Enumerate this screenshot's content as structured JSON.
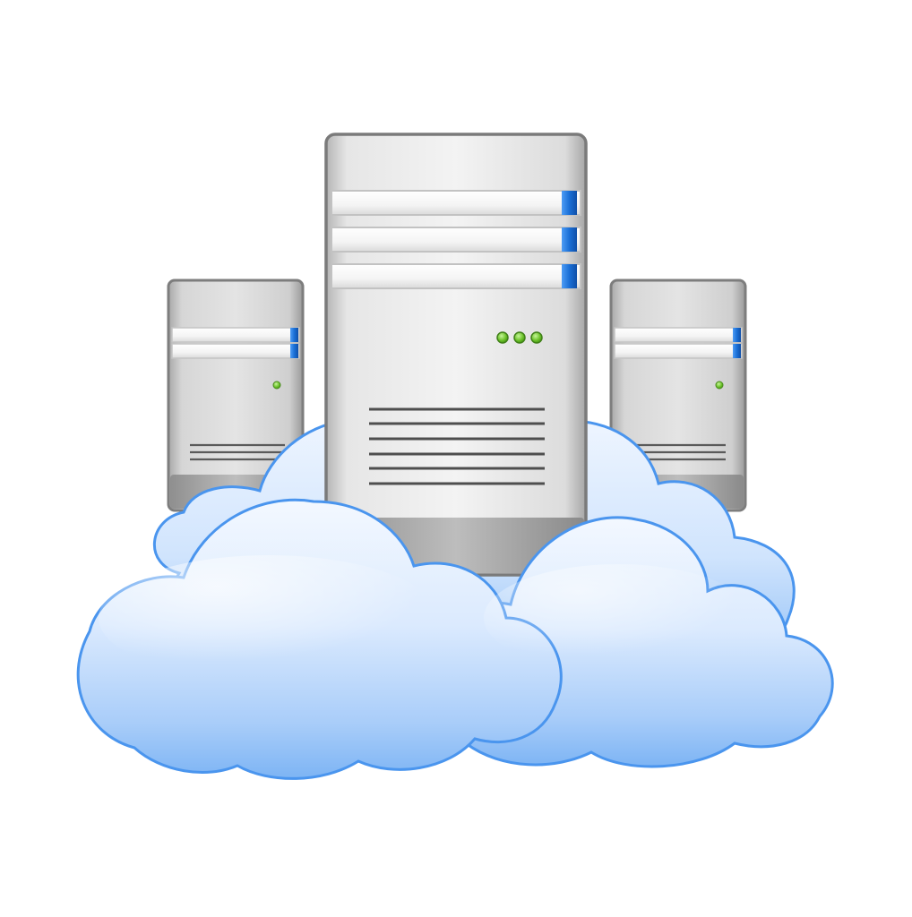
{
  "illustration": {
    "subject": "cloud-server-icon",
    "colors": {
      "background": "#ffffff",
      "server_body_light": "#f2f2f2",
      "server_body_mid": "#d9d9d9",
      "server_body_dark": "#a8a8a8",
      "server_outline": "#8a8a8a",
      "drive_bay_light": "#fafafa",
      "drive_bay_shadow": "#c8c8c8",
      "drive_indicator_blue": "#1a6fd6",
      "status_led_green": "#7ccf3a",
      "vent_line": "#555555",
      "cloud_light": "#eaf3ff",
      "cloud_mid": "#b9d7fb",
      "cloud_dark": "#6aaaf2",
      "cloud_outline": "#4a95ee"
    },
    "servers": [
      {
        "role": "left-server",
        "drive_bays": 2,
        "status_leds": 1,
        "vent_lines": 3
      },
      {
        "role": "center-server",
        "drive_bays": 3,
        "status_leds": 3,
        "vent_lines": 6
      },
      {
        "role": "right-server",
        "drive_bays": 2,
        "status_leds": 1,
        "vent_lines": 3
      }
    ]
  }
}
